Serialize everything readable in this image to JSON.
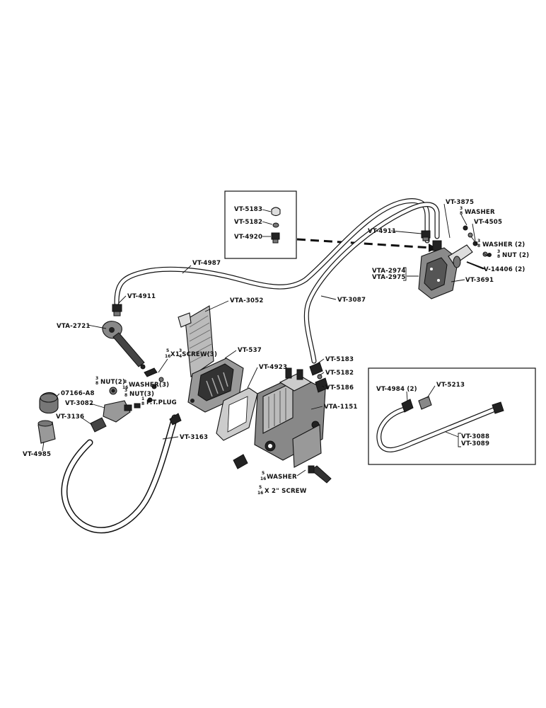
{
  "labels": {
    "vt5183_inset": "VT-5183",
    "vt5182_inset": "VT-5182",
    "vt4920": "VT-4920",
    "vt4911_right": "VT-4911",
    "vt3875": "VT-3875",
    "washer_a": "WASHER",
    "vt4505": "VT-4505",
    "washer_2": "WASHER (2)",
    "nut_2": "NUT (2)",
    "v14406": "V-14406 (2)",
    "vt3691": "VT-3691",
    "vta2974": "VTA-2974",
    "vta2975": "VTA-2975",
    "vt4987": "VT-4987",
    "vt3087": "VT-3087",
    "vt4911_left": "VT-4911",
    "vta3052": "VTA-3052",
    "vta2721": "VTA-2721",
    "vt537": "VT-537",
    "screw_small": "X1  SCREW(3)",
    "vt4923": "VT-4923",
    "nut_2_left": "NUT(2)",
    "washer_3": "WASHER(3)",
    "nut_3": "NUT(3)",
    "pt_plug": "P.T.PLUG",
    "o7166": "07166-A8",
    "vt3082": "VT-3082",
    "vt3136": "VT-3136",
    "vt4985": "VT-4985",
    "vt3163": "VT-3163",
    "vt5183": "VT-5183",
    "vt5182": "VT-5182",
    "vt5186": "VT-5186",
    "vta1151": "VTA-1151",
    "washer_bottom": "WASHER",
    "screw_bottom": "X 2\" SCREW",
    "vt4984": "VT-4984 (2)",
    "vt5213": "VT-5213",
    "vt3088": "VT-3088",
    "vt3089": "VT-3089"
  },
  "fractions": {
    "f1_top": "3",
    "f1_bot": "8",
    "f2_top": "3",
    "f2_bot": "8",
    "f3_top": "3",
    "f3_bot": "8",
    "f4_top": "5",
    "f4_bot": "16",
    "f5_top": "3",
    "f5_bot": "4",
    "f6_top": "3",
    "f6_bot": "8",
    "f7_top": "3",
    "f7_bot": "16",
    "f8_top": "3",
    "f8_bot": "8",
    "f9_top": "1",
    "f9_bot": "8",
    "f10_top": "5",
    "f10_bot": "16",
    "f11_top": "5",
    "f11_bot": "16"
  }
}
